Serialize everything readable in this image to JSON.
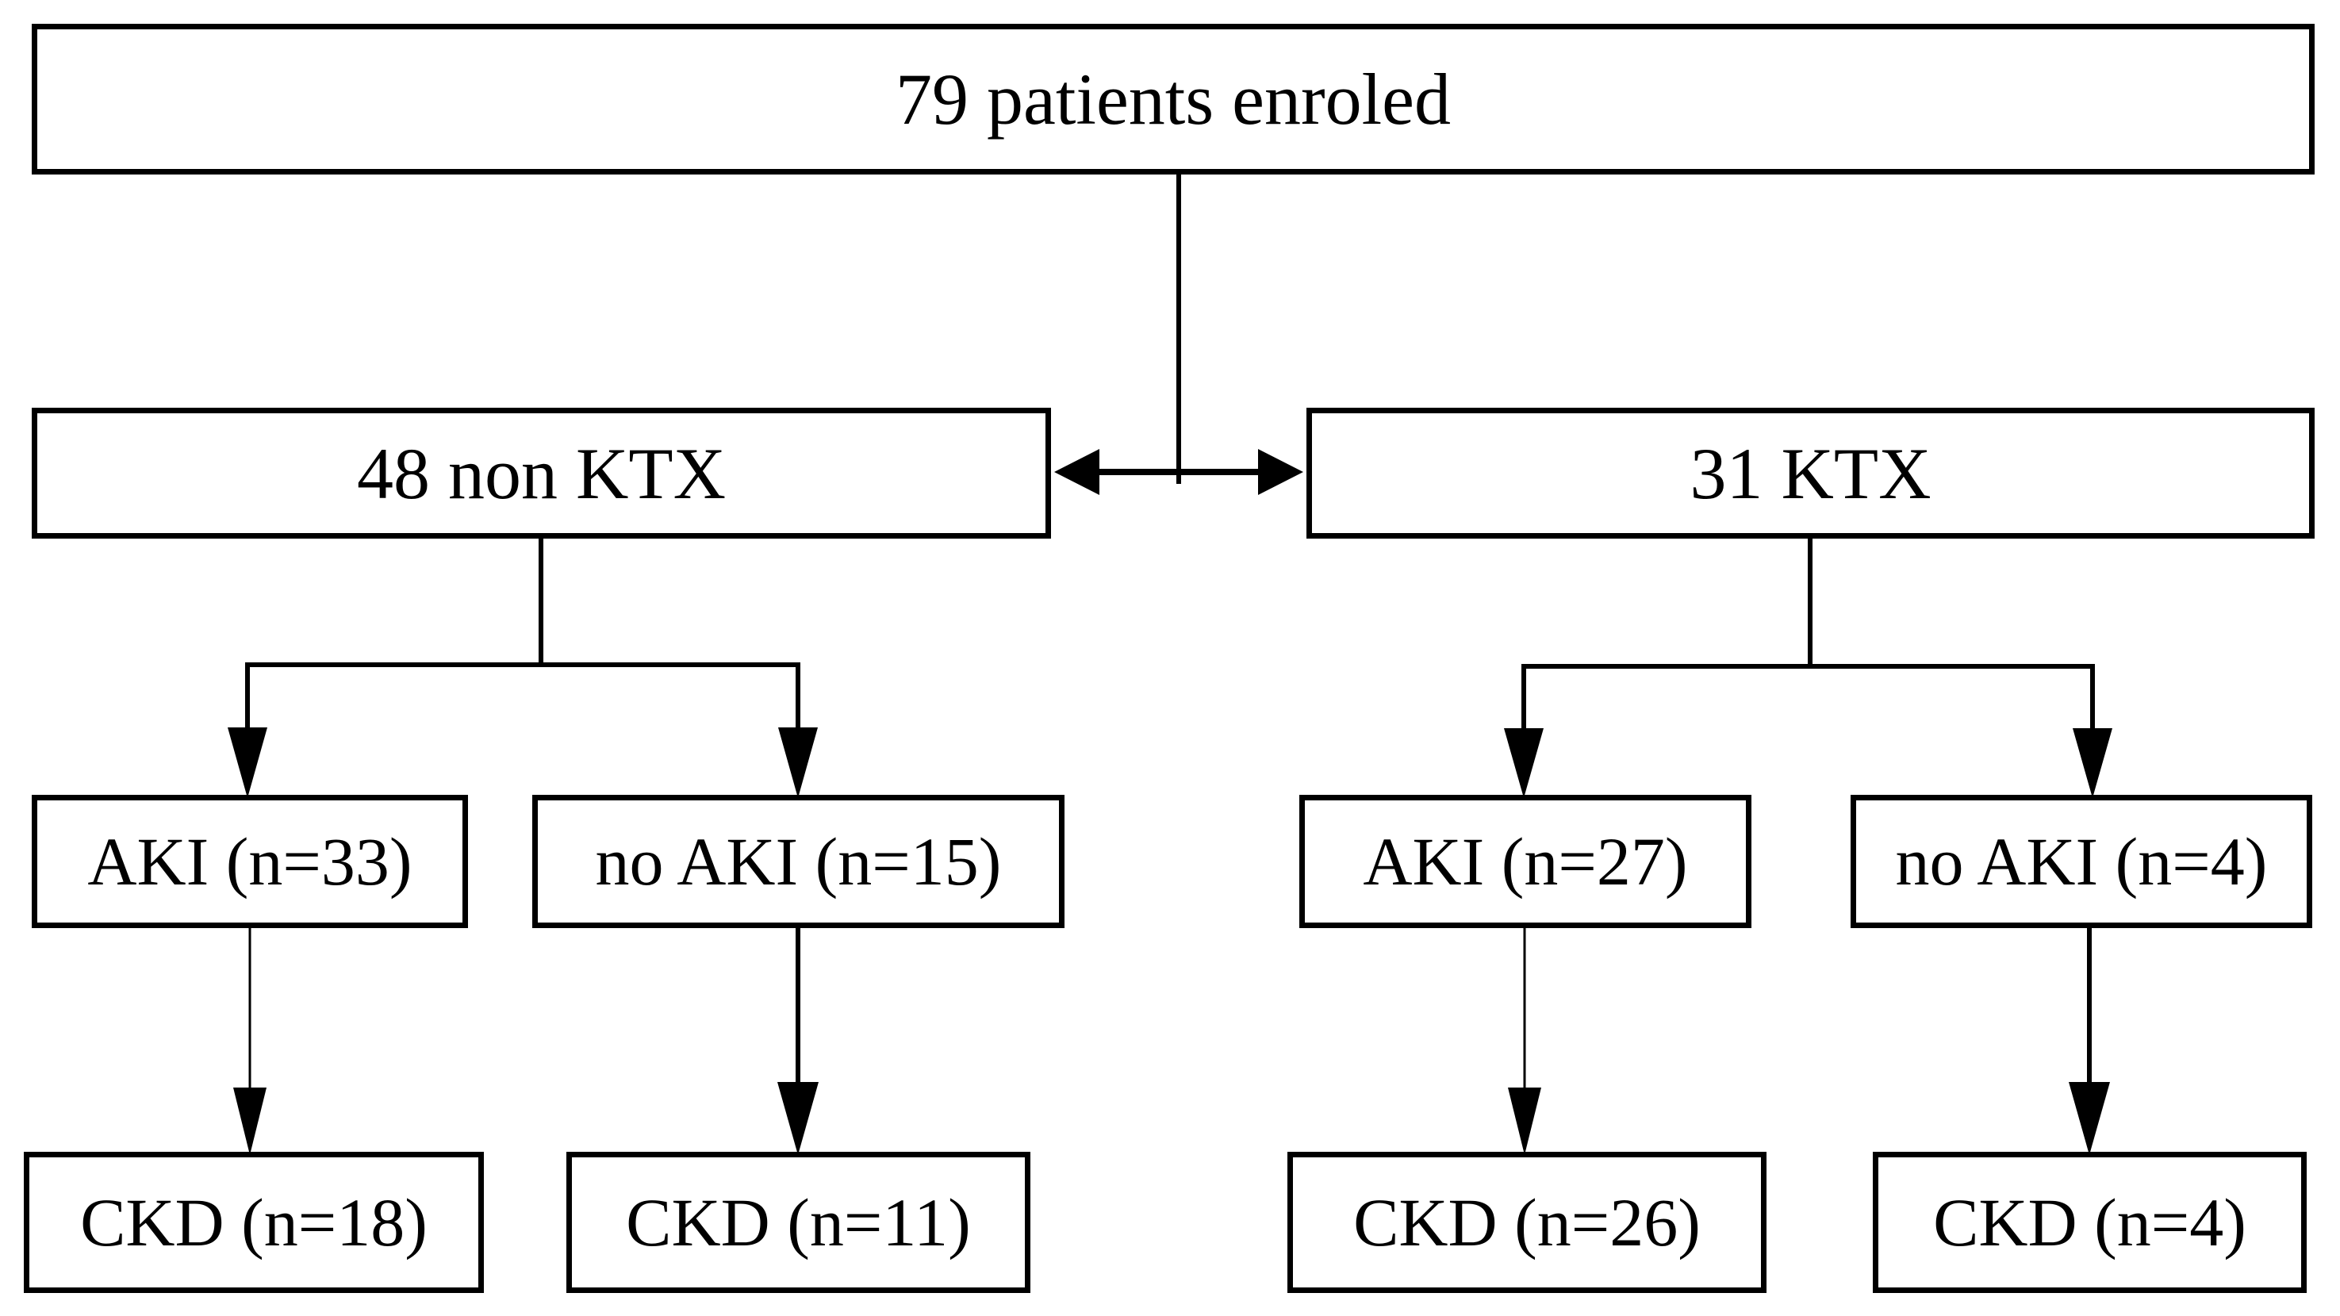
{
  "diagram": {
    "type": "flowchart",
    "background_color": "#ffffff",
    "box_fill_color": "#ffffff",
    "box_border_color": "#000000",
    "line_color": "#000000",
    "text_color": "#000000",
    "nodes": {
      "enrolled": "79 patients enroled",
      "non_ktx": "48 non KTX",
      "ktx": "31 KTX",
      "non_ktx_aki": "AKI (n=33)",
      "non_ktx_no_aki": "no AKI (n=15)",
      "ktx_aki": "AKI (n=27)",
      "ktx_no_aki": "no AKI (n=4)",
      "non_ktx_aki_ckd": "CKD (n=18)",
      "non_ktx_no_aki_ckd": "CKD (n=11)",
      "ktx_aki_ckd": "CKD (n=26)",
      "ktx_no_aki_ckd": "CKD (n=4)"
    },
    "edges": [
      {
        "from": "enrolled",
        "to": "non_ktx",
        "style": "solid-arrow"
      },
      {
        "from": "enrolled",
        "to": "ktx",
        "style": "solid-arrow"
      },
      {
        "from": "non_ktx",
        "to": "non_ktx_aki",
        "style": "solid-arrow"
      },
      {
        "from": "non_ktx",
        "to": "non_ktx_no_aki",
        "style": "solid-arrow"
      },
      {
        "from": "ktx",
        "to": "ktx_aki",
        "style": "solid-arrow"
      },
      {
        "from": "ktx",
        "to": "ktx_no_aki",
        "style": "solid-arrow"
      },
      {
        "from": "non_ktx_aki",
        "to": "non_ktx_aki_ckd",
        "style": "thin-arrow"
      },
      {
        "from": "non_ktx_no_aki",
        "to": "non_ktx_no_aki_ckd",
        "style": "solid-arrow"
      },
      {
        "from": "ktx_aki",
        "to": "ktx_aki_ckd",
        "style": "thin-arrow"
      },
      {
        "from": "ktx_no_aki",
        "to": "ktx_no_aki_ckd",
        "style": "solid-arrow"
      }
    ]
  }
}
